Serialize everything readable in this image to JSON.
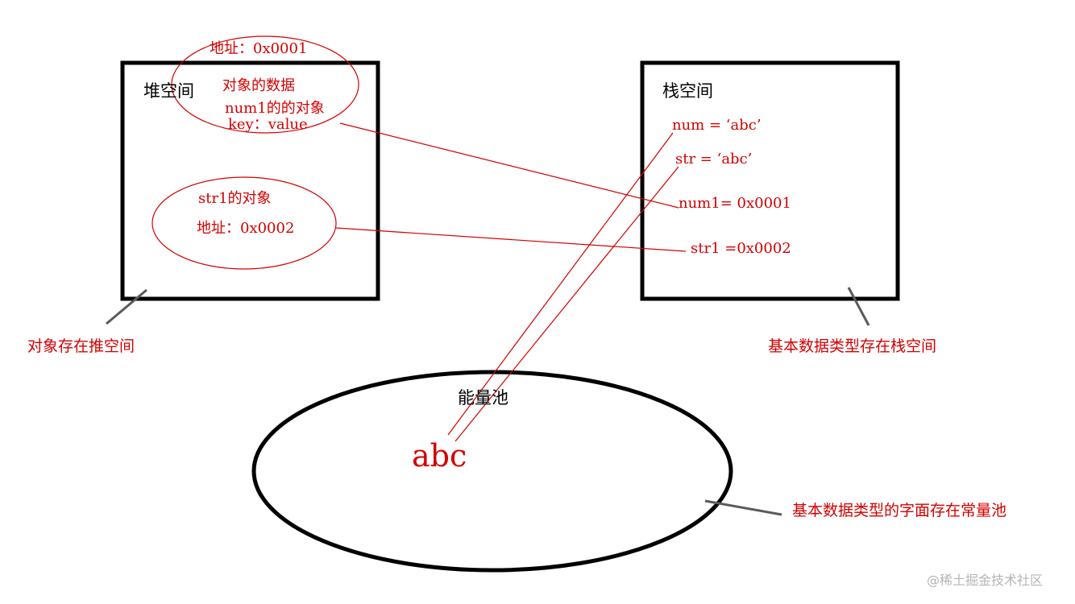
{
  "colors": {
    "ink": "#000000",
    "annotation": "#d40000",
    "pointer": "#5a5a5a",
    "watermark": "#b5b5b5"
  },
  "heap": {
    "title": "堆空间",
    "object1": {
      "address": "地址：0x0001",
      "line1": "对象的数据",
      "line2": "num1的的对象",
      "line3": "key：value"
    },
    "object2": {
      "line1": "str1的对象",
      "address": "地址：0x0002"
    }
  },
  "stack": {
    "title": "栈空间",
    "items": [
      "num =  ‘abc’",
      "str =  ‘abc’",
      "num1= 0x0001",
      "str1 =0x0002"
    ]
  },
  "pool": {
    "title": "能量池",
    "value": "abc"
  },
  "notes": {
    "heap": "对象存在推空间",
    "stack": "基本数据类型存在栈空间",
    "pool": "基本数据类型的字面存在常量池"
  },
  "watermark": "@稀土掘金技术社区"
}
